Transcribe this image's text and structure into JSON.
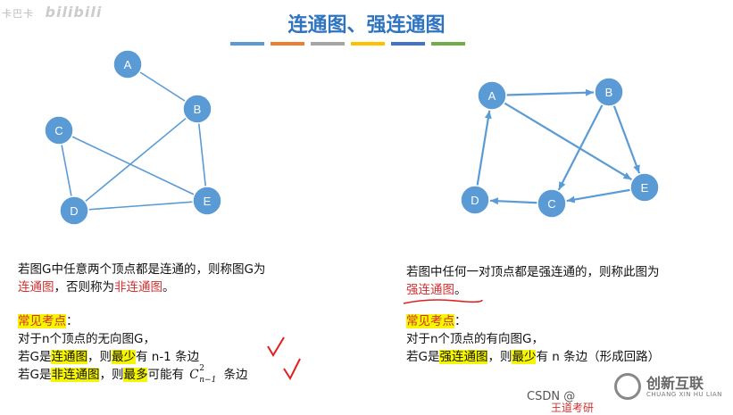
{
  "watermark": {
    "small": "卡巴卡",
    "brand": "bilibili"
  },
  "title": "连通图、强连通图",
  "color_bars": [
    "#5b9bd5",
    "#ed7d31",
    "#a5a5a5",
    "#ffc000",
    "#4472c4",
    "#70ad47"
  ],
  "node_color": "#5b9bd5",
  "undirected_graph": {
    "nodes": [
      {
        "id": "A",
        "label": "A"
      },
      {
        "id": "B",
        "label": "B"
      },
      {
        "id": "C",
        "label": "C"
      },
      {
        "id": "D",
        "label": "D"
      },
      {
        "id": "E",
        "label": "E"
      }
    ],
    "edges": [
      [
        "A",
        "B"
      ],
      [
        "B",
        "D"
      ],
      [
        "B",
        "E"
      ],
      [
        "C",
        "D"
      ],
      [
        "C",
        "E"
      ],
      [
        "D",
        "E"
      ]
    ]
  },
  "directed_graph": {
    "nodes": [
      {
        "id": "A",
        "label": "A"
      },
      {
        "id": "B",
        "label": "B"
      },
      {
        "id": "C",
        "label": "C"
      },
      {
        "id": "D",
        "label": "D"
      },
      {
        "id": "E",
        "label": "E"
      }
    ],
    "edges": [
      [
        "A",
        "B"
      ],
      [
        "A",
        "E"
      ],
      [
        "B",
        "C"
      ],
      [
        "B",
        "E"
      ],
      [
        "E",
        "C"
      ],
      [
        "C",
        "D"
      ],
      [
        "D",
        "A"
      ]
    ]
  },
  "left_text": {
    "def_line1": "若图G中任意两个顶点都是连通的，则称图G为",
    "def_line2_a": "连通图",
    "def_line2_b": "，否则称为",
    "def_line2_c": "非连通图",
    "def_line2_d": "。",
    "exam_heading": "常见考点",
    "exam_colon": "：",
    "line1": "对于n个顶点的无向图G，",
    "line2_a": "若G是",
    "line2_b": "连通图",
    "line2_c": "，则",
    "line2_d": "最少",
    "line2_e": "有 n-1 条边",
    "line3_a": "若G是",
    "line3_b": "非连通图",
    "line3_c": "，则",
    "line3_d": "最多",
    "line3_e": "可能有",
    "line3_f": "条边"
  },
  "right_text": {
    "def_line1": "若图中任何一对顶点都是强连通的，则称此图为",
    "def_line2_a": "强连通图",
    "def_line2_b": "。",
    "exam_heading": "常见考点",
    "exam_colon": "：",
    "line1": "对于n个顶点的有向图G，",
    "line2_a": "若G是",
    "line2_b": "强连通图",
    "line2_c": "，则",
    "line2_d": "最少",
    "line2_e": "有 n 条边（形成回路）"
  },
  "footer": {
    "csdn": "CSDN @",
    "author": "王道考研"
  },
  "logo": {
    "cn": "创新互联",
    "en": "CHUANG XIN HU LIAN"
  }
}
